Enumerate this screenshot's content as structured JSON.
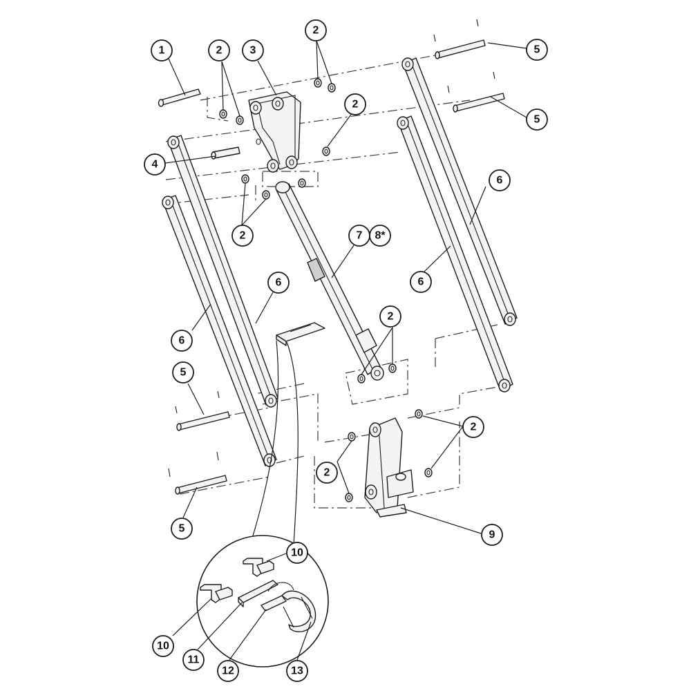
{
  "callouts": [
    {
      "id": "callout-1",
      "label": "1"
    },
    {
      "id": "callout-2a",
      "label": "2"
    },
    {
      "id": "callout-3",
      "label": "3"
    },
    {
      "id": "callout-2b",
      "label": "2"
    },
    {
      "id": "callout-5a",
      "label": "5"
    },
    {
      "id": "callout-2c",
      "label": "2"
    },
    {
      "id": "callout-5b",
      "label": "5"
    },
    {
      "id": "callout-4",
      "label": "4"
    },
    {
      "id": "callout-6a",
      "label": "6"
    },
    {
      "id": "callout-2d",
      "label": "2"
    },
    {
      "id": "callout-7",
      "label": "7"
    },
    {
      "id": "callout-8",
      "label": "8*"
    },
    {
      "id": "callout-6b",
      "label": "6"
    },
    {
      "id": "callout-6c",
      "label": "6"
    },
    {
      "id": "callout-2e",
      "label": "2"
    },
    {
      "id": "callout-6d",
      "label": "6"
    },
    {
      "id": "callout-5c",
      "label": "5"
    },
    {
      "id": "callout-2f",
      "label": "2"
    },
    {
      "id": "callout-2g",
      "label": "2"
    },
    {
      "id": "callout-5d",
      "label": "5"
    },
    {
      "id": "callout-9",
      "label": "9"
    },
    {
      "id": "callout-10a",
      "label": "10"
    },
    {
      "id": "callout-10b",
      "label": "10"
    },
    {
      "id": "callout-11",
      "label": "11"
    },
    {
      "id": "callout-12",
      "label": "12"
    },
    {
      "id": "callout-13",
      "label": "13"
    }
  ]
}
